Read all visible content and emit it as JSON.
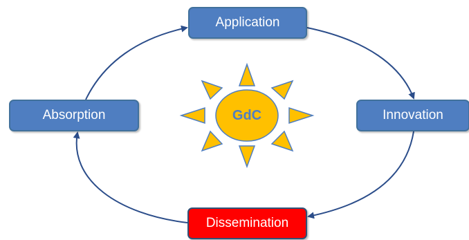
{
  "nodes": {
    "application": "Application",
    "innovation": "Innovation",
    "dissemination": "Dissemination",
    "absorption": "Absorption"
  },
  "center": {
    "label": "GdC"
  },
  "colors": {
    "node_blue": "#4f7ec1",
    "node_red": "#ff0000",
    "arrow": "#2b4d8a",
    "sun_fill": "#ffc000",
    "sun_stroke": "#4f7ec1",
    "center_text": "#4f7ec1"
  }
}
